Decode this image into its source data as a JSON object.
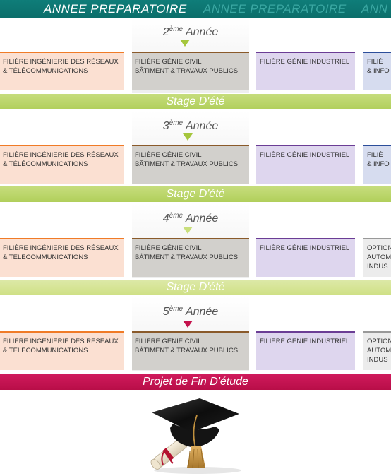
{
  "banner": {
    "title": "ANNEE PREPARATOIRE",
    "title_repeat": "ANNEE PREPARATOIRE",
    "title_partial": "ANN"
  },
  "years": [
    {
      "num": "2",
      "sup": "ème",
      "word": "Année",
      "arrow_color": "green"
    },
    {
      "num": "3",
      "sup": "ème",
      "word": "Année",
      "arrow_color": "green"
    },
    {
      "num": "4",
      "sup": "ème",
      "word": "Année",
      "arrow_color": "light-green"
    },
    {
      "num": "5",
      "sup": "ème",
      "word": "Année",
      "arrow_color": "pink"
    }
  ],
  "rows": [
    {
      "c1": [
        "FILIÈRE INGÉNIERIE DES RÉSEAUX",
        "& TÉLÉCOMMUNICATIONS"
      ],
      "c2": [
        "FILIÈRE GÉNIE CIVIL",
        "BÂTIMENT & TRAVAUX PUBLICS"
      ],
      "c3": [
        "FILIÈRE GÉNIE INDUSTRIEL"
      ],
      "c4": [
        "FILIÈ",
        "& INFO"
      ]
    },
    {
      "c1": [
        "FILIÈRE INGÉNIERIE DES RÉSEAUX",
        "& TÉLÉCOMMUNICATIONS"
      ],
      "c2": [
        "FILIÈRE GÉNIE CIVIL",
        "BÂTIMENT & TRAVAUX PUBLICS"
      ],
      "c3": [
        "FILIÈRE GÉNIE INDUSTRIEL"
      ],
      "c4": [
        "FILIÈ",
        "& INFO"
      ]
    },
    {
      "c1": [
        "FILIÈRE INGÉNIERIE DES RÉSEAUX",
        "& TÉLÉCOMMUNICATIONS"
      ],
      "c2": [
        "FILIÈRE GÉNIE CIVIL",
        "BÂTIMENT & TRAVAUX PUBLICS"
      ],
      "c3": [
        "FILIÈRE GÉNIE INDUSTRIEL"
      ],
      "c4": [
        "OPTION",
        "AUTOM",
        "INDUS"
      ]
    },
    {
      "c1": [
        "FILIÈRE INGÉNIERIE DES RÉSEAUX",
        "& TÉLÉCOMMUNICATIONS"
      ],
      "c2": [
        "FILIÈRE GÉNIE CIVIL",
        "BÂTIMENT & TRAVAUX PUBLICS"
      ],
      "c3": [
        "FILIÈRE GÉNIE INDUSTRIEL"
      ],
      "c4": [
        "OPTION",
        "AUTOM",
        "INDUS"
      ]
    }
  ],
  "stage_label": "Stage D'été",
  "stage_labels": [
    "Stage D'été",
    "Stage D'été",
    "Stage D'été"
  ],
  "pfe_label": "Projet de Fin D'étude",
  "colors": {
    "banner": "#0b6e6a",
    "stage": "#b1cf5b",
    "pfe": "#c4124c",
    "reseaux": "#f07b27",
    "genie_civil": "#8a5a2a",
    "genie_industriel": "#6b3d95",
    "informatique": "#2c4e9a"
  },
  "icons": {
    "graduation": "graduation-cap-diploma-icon"
  }
}
